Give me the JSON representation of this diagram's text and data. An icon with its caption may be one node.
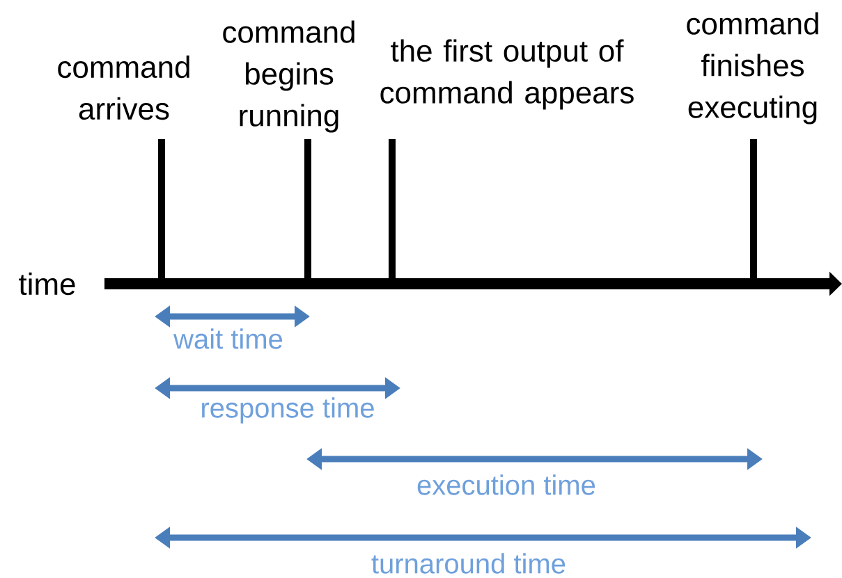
{
  "diagram": {
    "labels": [
      "command arrives",
      "command begins running",
      "the first output of command appears",
      "command finishes executing",
      "time",
      "wait time",
      "response time",
      "execution time",
      "turnaround time"
    ]
  }
}
